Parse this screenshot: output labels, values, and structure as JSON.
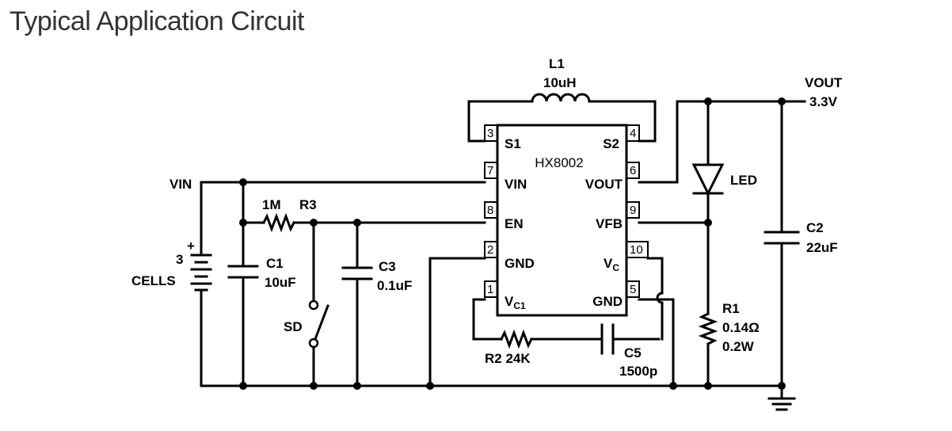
{
  "title": "Typical Application Circuit",
  "chip": {
    "name": "HX8002",
    "pins": {
      "s1": "S1",
      "s2": "S2",
      "vin": "VIN",
      "vout": "VOUT",
      "en": "EN",
      "vfb": "VFB",
      "gnd": "GND",
      "vc": "V",
      "vc_sub": "C",
      "vc1": "V",
      "vc1_sub": "C1",
      "gnd2": "GND"
    },
    "pin_numbers": {
      "p3": "3",
      "p4": "4",
      "p7": "7",
      "p6": "6",
      "p8": "8",
      "p9": "9",
      "p2": "2",
      "p10": "10",
      "p1": "1",
      "p5": "5"
    }
  },
  "labels": {
    "l1_name": "L1",
    "l1_value": "10uH",
    "vout_name": "VOUT",
    "vout_value": "3.3V",
    "vin": "VIN",
    "r3_value": "1M",
    "r3_name": "R3",
    "battery_plus": "+",
    "battery_count": "3",
    "battery_name": "CELLS",
    "c1_name": "C1",
    "c1_value": "10uF",
    "c3_name": "C3",
    "c3_value": "0.1uF",
    "sd": "SD",
    "led": "LED",
    "c2_name": "C2",
    "c2_value": "22uF",
    "r1_name": "R1",
    "r1_value": "0.14Ω",
    "r1_power": "0.2W",
    "r2": "R2 24K",
    "c5_name": "C5",
    "c5_value": "1500p"
  }
}
